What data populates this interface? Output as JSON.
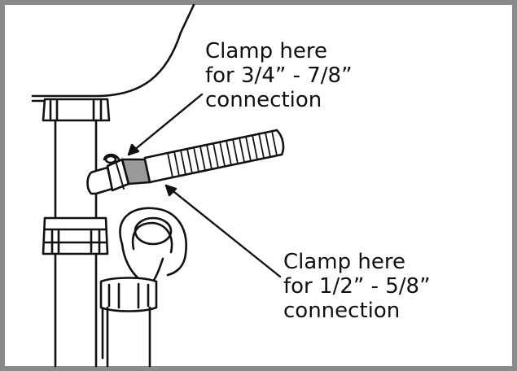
{
  "callouts": {
    "upper": {
      "line1": "Clamp here",
      "line2": "for 3/4” - 7/8”",
      "line3": "connection"
    },
    "lower": {
      "line1": "Clamp here",
      "line2": "for 1/2” - 5/8”",
      "line3": "connection"
    }
  },
  "colors": {
    "frame": "#8a8a8a",
    "line": "#111111",
    "clamp_band_fill": "#9a9a9a",
    "background": "#ffffff"
  }
}
